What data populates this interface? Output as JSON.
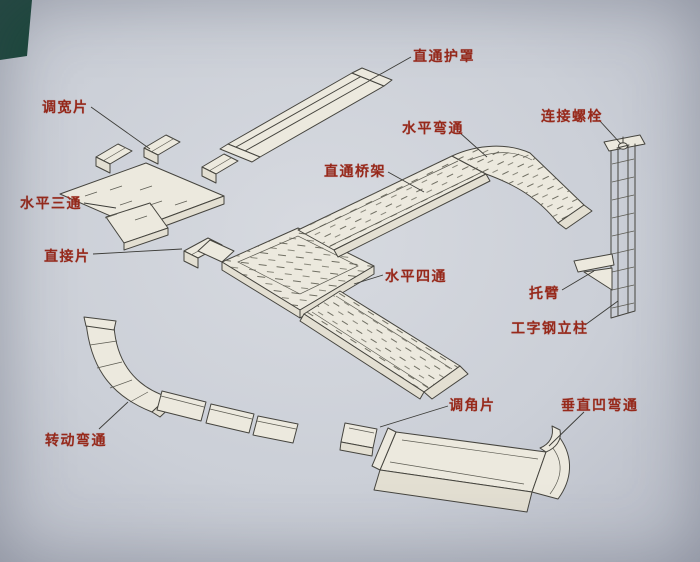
{
  "diagram": {
    "description": "Isometric assembly diagram of a cable tray (bridge rack) system with Chinese part labels",
    "palette": {
      "background": "#cbcfd7",
      "paper": "#ece9de",
      "line": "#45443e",
      "label_text": "#97291b",
      "corner_patch": "#1a473a"
    },
    "labels": [
      {
        "id": "straight-through-cover",
        "text": "直通护罩"
      },
      {
        "id": "width-adjust-piece",
        "text": "调宽片"
      },
      {
        "id": "horizontal-tee",
        "text": "水平三通"
      },
      {
        "id": "connector-piece",
        "text": "直接片"
      },
      {
        "id": "horizontal-elbow",
        "text": "水平弯通"
      },
      {
        "id": "connecting-bolt",
        "text": "连接螺栓"
      },
      {
        "id": "straight-tray",
        "text": "直通桥架"
      },
      {
        "id": "horizontal-cross",
        "text": "水平四通"
      },
      {
        "id": "support-arm",
        "text": "托臂"
      },
      {
        "id": "i-beam-column",
        "text": "工字钢立柱"
      },
      {
        "id": "angle-adjust-piece",
        "text": "调角片"
      },
      {
        "id": "vertical-concave-elbow",
        "text": "垂直凹弯通"
      },
      {
        "id": "rotating-elbow",
        "text": "转动弯通"
      }
    ]
  }
}
